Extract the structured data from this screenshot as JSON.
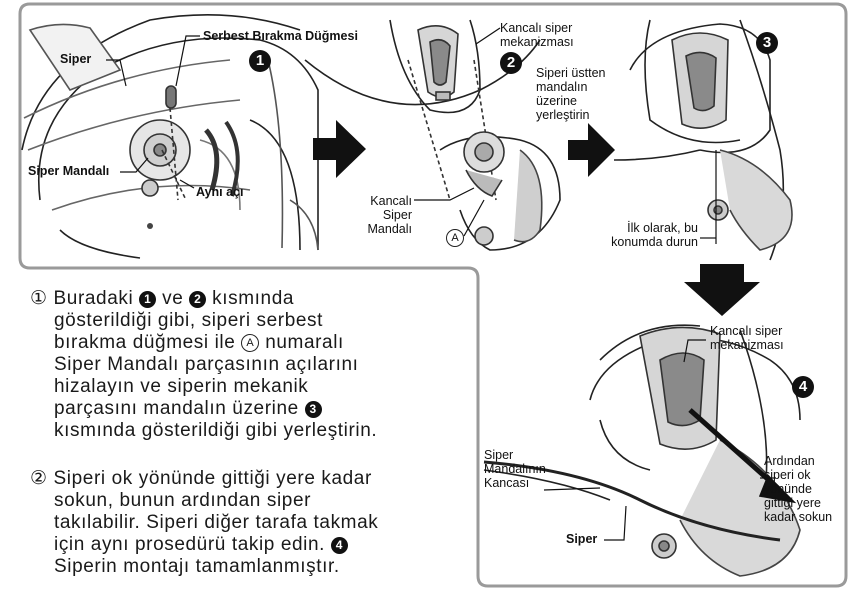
{
  "labels": {
    "release_button": "Serbest Bırakma Düğmesi",
    "visor": "Siper",
    "visor_latch": "Siper Mandalı",
    "same_angle": "Aynı açı",
    "hook_mechanism_line1": "Kancalı siper",
    "hook_mechanism_line2": "mekanizması",
    "place_line1": "Siperi üstten",
    "place_line2": "mandalın",
    "place_line3": "üzerine",
    "place_line4": "yerleştirin",
    "hook_latch_line1": "Kancalı",
    "hook_latch_line2": "Siper",
    "hook_latch_line3": "Mandalı",
    "marker_a": "A",
    "first_line1": "İlk olarak, bu",
    "first_line2": "konumda durun",
    "mechanism2_line1": "Kancalı siper",
    "mechanism2_line2": "mekanizması",
    "latch_hook_line1": "Siper",
    "latch_hook_line2": "Mandalının",
    "latch_hook_line3": "Kancası",
    "push_line1": "Ardından",
    "push_line2": "siperi ok",
    "push_line3": "yönünde",
    "push_line4": "gittiği yere",
    "push_line5": "kadar sokun",
    "visor2": "Siper"
  },
  "steps": {
    "s1": "1",
    "s2": "2",
    "s3": "3",
    "s4": "4"
  },
  "instructions": {
    "p1_l1_a": "① Buradaki",
    "p1_l1_b": "ve",
    "p1_l1_c": "kısmında",
    "p1_l2": "gösterildiği gibi, siperi serbest",
    "p1_l3_a": "bırakma düğmesi ile",
    "p1_l3_b": "numaralı",
    "p1_l4": "Siper Mandalı parçasının açılarını",
    "p1_l5": "hizalayın ve siperin mekanik",
    "p1_l6_a": "parçasını mandalın üzerine",
    "p1_l7": "kısmında gösterildiği gibi yerleştirin.",
    "p2_l1": "② Siperi ok yönünde gittiği yere kadar",
    "p2_l2": "sokun, bunun ardından siper",
    "p2_l3": "takılabilir. Siperi diğer tarafa takmak",
    "p2_l4_a": "için aynı prosedürü takip edin.",
    "p2_l5": "Siperin montajı tamamlanmıştır."
  }
}
